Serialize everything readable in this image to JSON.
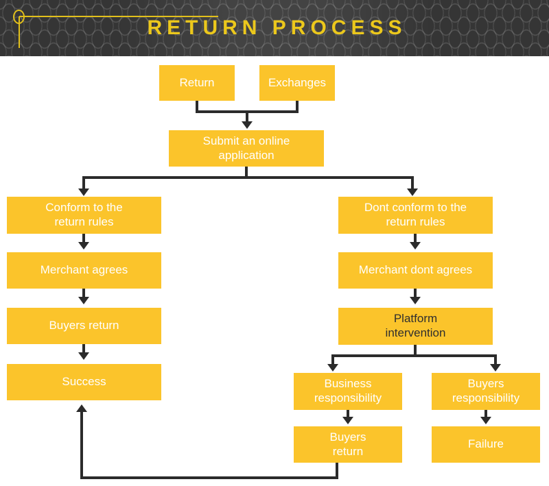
{
  "header": {
    "title": "Return Process",
    "background_color": "#3c3c3c",
    "title_color": "#ecc81c",
    "accent_color": "#e2c01b"
  },
  "theme": {
    "box_fill": "#fbc42b",
    "box_text": "#ffffff",
    "box_text_dark": "#2e2e2e",
    "connector_color": "#2b2b2b",
    "page_background": "#ffffff"
  },
  "flow": {
    "nodes": [
      {
        "id": "return",
        "label": "Return"
      },
      {
        "id": "exchanges",
        "label": "Exchanges"
      },
      {
        "id": "submit",
        "label": "Submit an online\napplication"
      },
      {
        "id": "conform",
        "label": "Conform to the\nreturn rules"
      },
      {
        "id": "merchant-agrees",
        "label": "Merchant agrees"
      },
      {
        "id": "buyers-return-left",
        "label": "Buyers return"
      },
      {
        "id": "success",
        "label": "Success"
      },
      {
        "id": "dont-conform",
        "label": "Dont conform to the\nreturn rules"
      },
      {
        "id": "merchant-dont",
        "label": "Merchant dont agrees"
      },
      {
        "id": "platform",
        "label": "Platform\nintervention"
      },
      {
        "id": "business-resp",
        "label": "Business\nresponsibility"
      },
      {
        "id": "buyers-resp",
        "label": "Buyers\nresponsibility"
      },
      {
        "id": "buyers-return-2",
        "label": "Buyers\nreturn"
      },
      {
        "id": "failure",
        "label": "Failure"
      }
    ]
  },
  "chart_data": {
    "type": "diagram",
    "title": "Return Process",
    "diagram_kind": "flowchart",
    "direction": "top-to-bottom",
    "nodes": [
      "Return",
      "Exchanges",
      "Submit an online application",
      "Conform to the return rules",
      "Merchant agrees",
      "Buyers return",
      "Success",
      "Dont conform to the return rules",
      "Merchant dont agrees",
      "Platform intervention",
      "Business responsibility",
      "Buyers responsibility",
      "Buyers return",
      "Failure"
    ],
    "edges": [
      [
        "Return",
        "Submit an online application"
      ],
      [
        "Exchanges",
        "Submit an online application"
      ],
      [
        "Submit an online application",
        "Conform to the return rules"
      ],
      [
        "Submit an online application",
        "Dont conform to the return rules"
      ],
      [
        "Conform to the return rules",
        "Merchant agrees"
      ],
      [
        "Merchant agrees",
        "Buyers return"
      ],
      [
        "Buyers return",
        "Success"
      ],
      [
        "Dont conform to the return rules",
        "Merchant dont agrees"
      ],
      [
        "Merchant dont agrees",
        "Platform intervention"
      ],
      [
        "Platform intervention",
        "Business responsibility"
      ],
      [
        "Platform intervention",
        "Buyers responsibility"
      ],
      [
        "Business responsibility",
        "Buyers return (2)"
      ],
      [
        "Buyers responsibility",
        "Failure"
      ],
      [
        "Buyers return (2)",
        "Success"
      ]
    ]
  }
}
